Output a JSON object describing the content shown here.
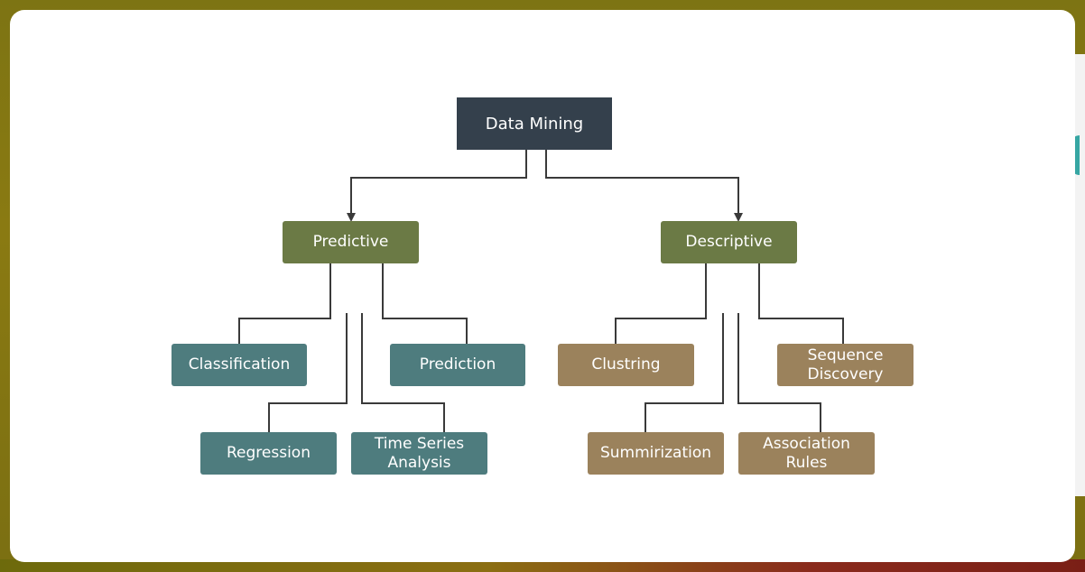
{
  "diagram": {
    "root": {
      "label": "Data Mining"
    },
    "categories": [
      {
        "label": "Predictive",
        "techniques": [
          "Classification",
          "Prediction",
          "Regression",
          "Time Series\nAnalysis"
        ]
      },
      {
        "label": "Descriptive",
        "techniques": [
          "Clustring",
          "Sequence\nDiscovery",
          "Summirization",
          "Association\nRules"
        ]
      }
    ]
  },
  "colors": {
    "root": "#34404c",
    "category": "#6b7a45",
    "predictive_technique": "#4e7c7e",
    "descriptive_technique": "#9b825c",
    "connector": "#3a3a3a"
  }
}
